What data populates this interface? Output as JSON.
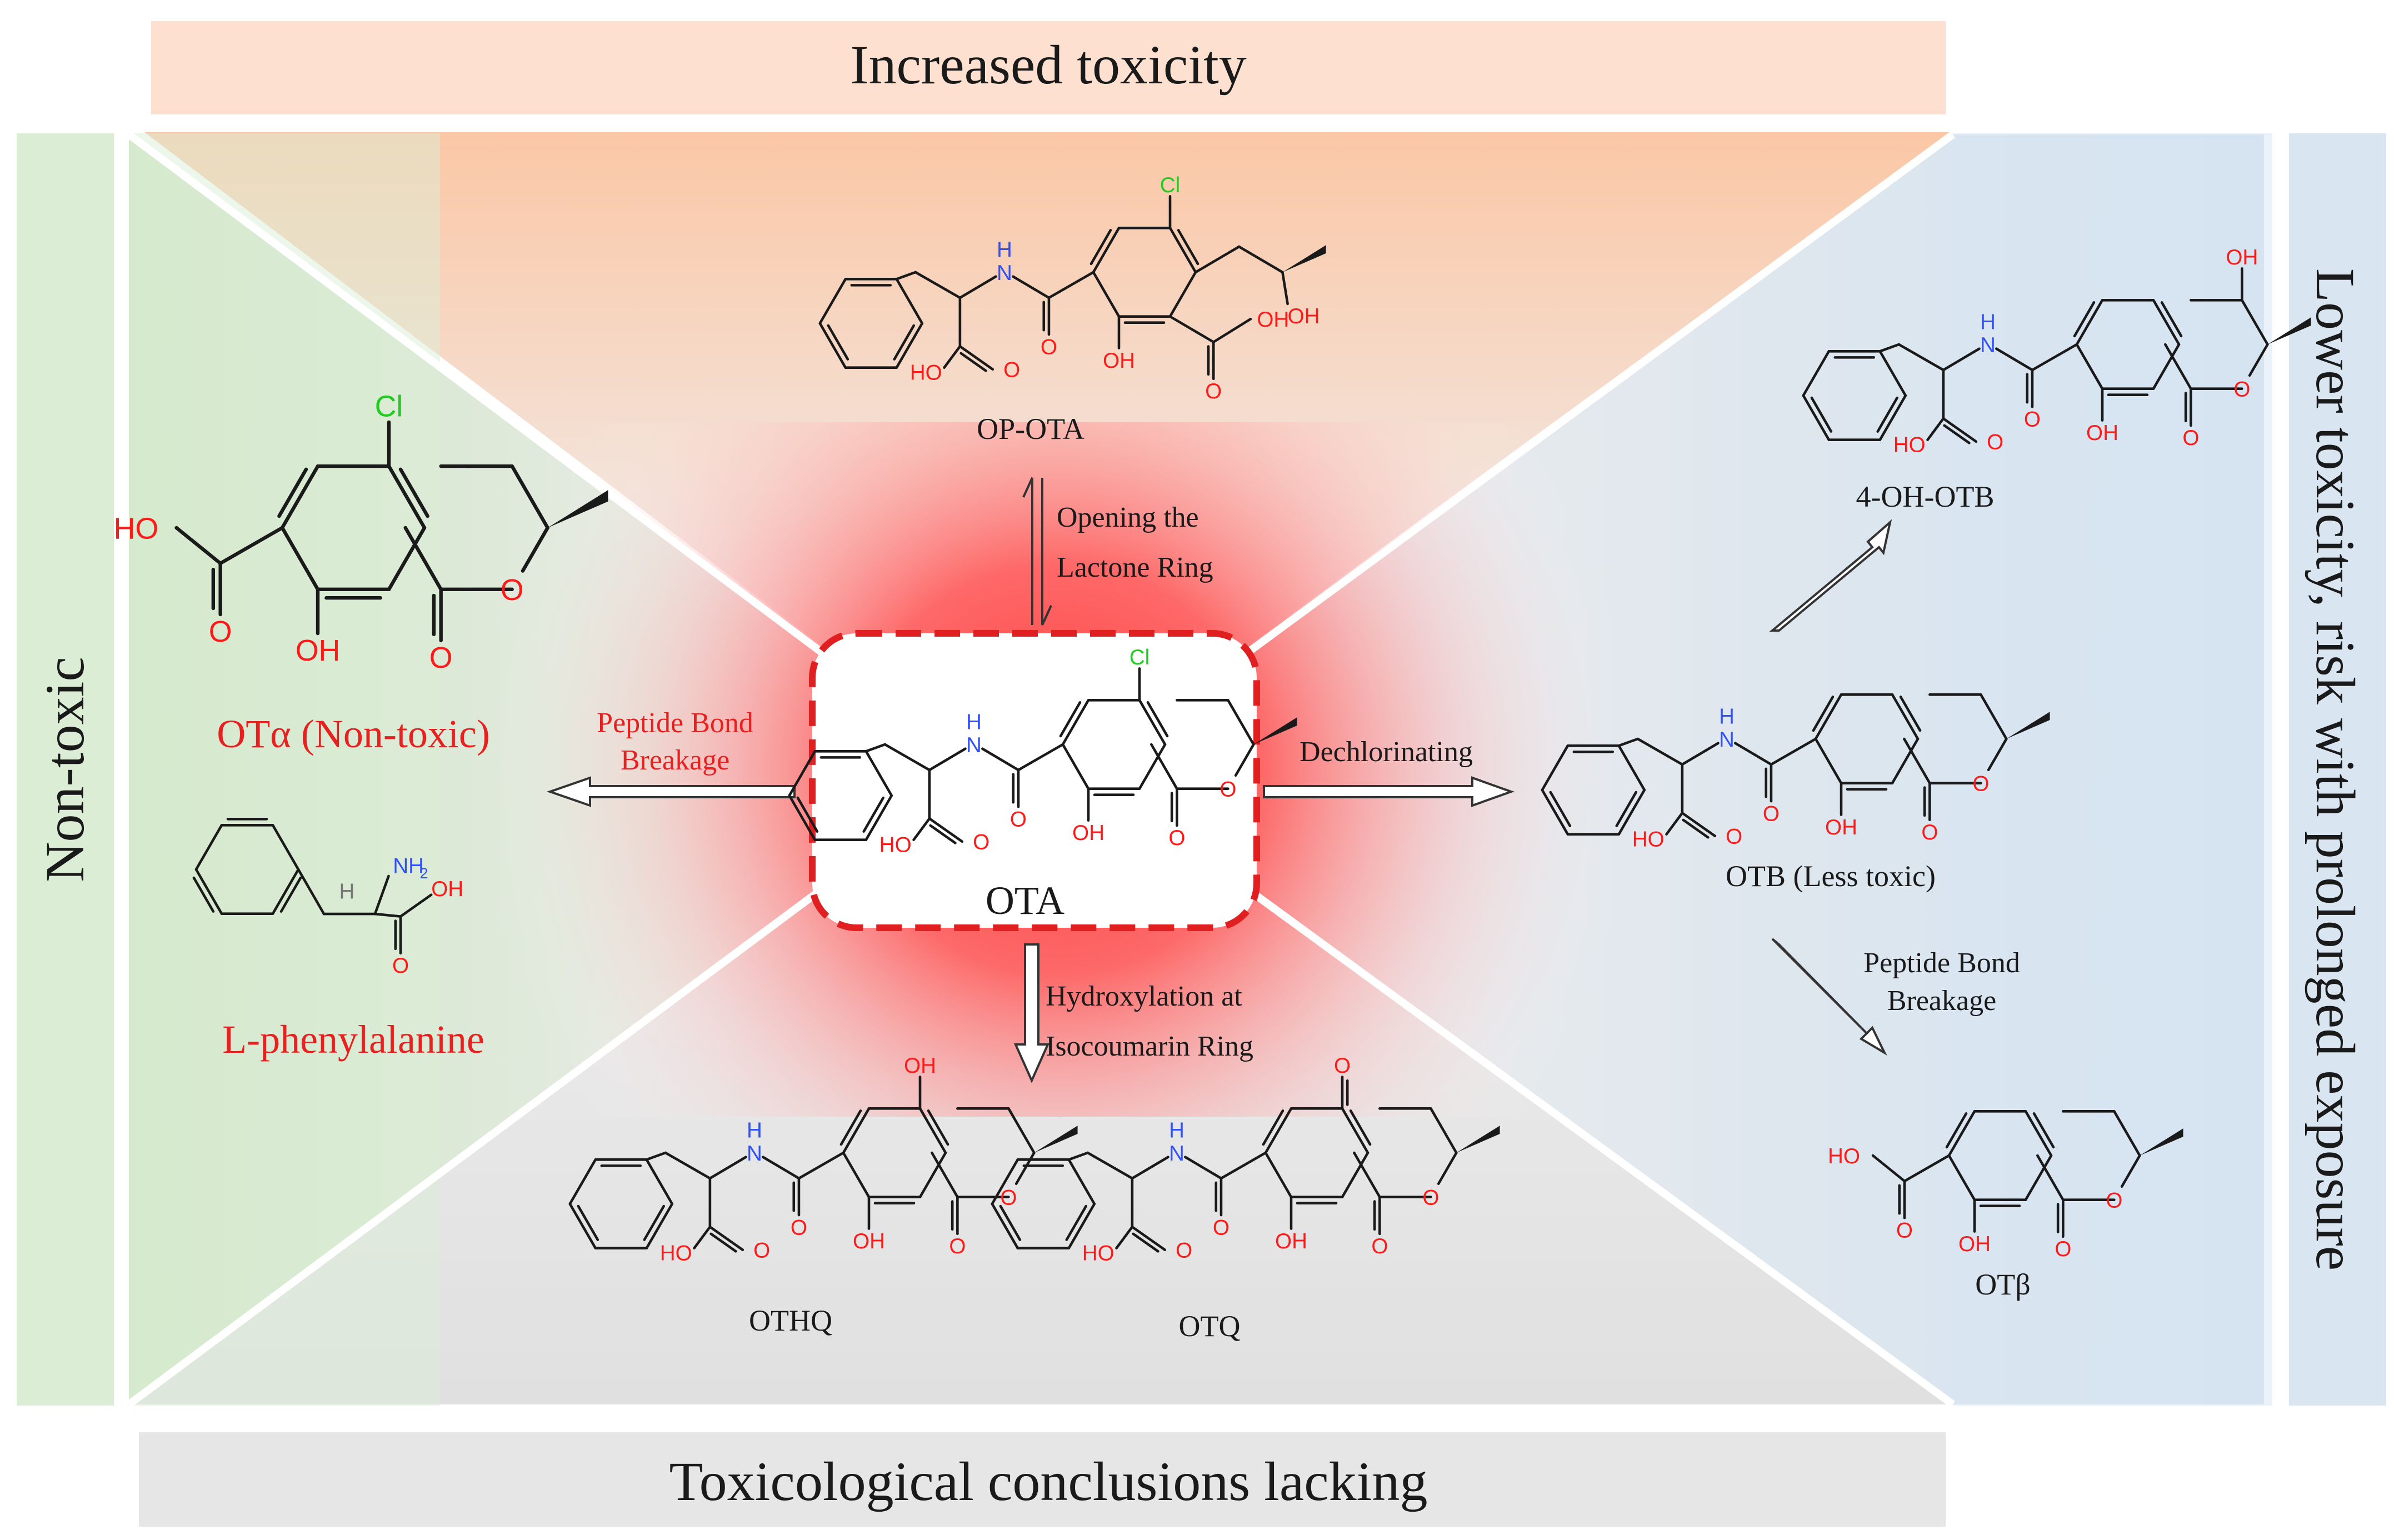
{
  "zones": {
    "top": "Increased toxicity",
    "bottom": "Toxicological conclusions lacking",
    "left": "Non-toxic",
    "right": "Lower toxicity, risk with prolonged exposure"
  },
  "compounds": {
    "ota": "OTA",
    "op_ota": "OP-OTA",
    "ota_alpha": "OTα (Non-toxic)",
    "l_phe": "L-phenylalanine",
    "otb": "OTB (Less toxic)",
    "oh_otb": "4-OH-OTB",
    "ot_beta": "OTβ",
    "othq": "OTHQ",
    "otq": "OTQ"
  },
  "reactions": {
    "lactone_1": "Opening the",
    "lactone_2": "Lactone Ring",
    "peptide_left_1": "Peptide Bond",
    "peptide_left_2": "Breakage",
    "dechlor": "Dechlorinating",
    "hydrox_1": "Hydroxylation at",
    "hydrox_2": "Isocoumarin Ring",
    "peptide_right_1": "Peptide Bond",
    "peptide_right_2": "Breakage"
  },
  "atoms": {
    "cl": "Cl",
    "oh": "OH",
    "ho": "HO",
    "o": "O",
    "n": "N",
    "h": "H",
    "nh2": "NH",
    "nh2_sub": "2"
  },
  "colors": {
    "top_zone": "#fde0cf",
    "left_zone": "#dcedd6",
    "right_zone": "#d9e6f2",
    "bottom_zone": "#e6e6e6",
    "core_red": "#ff3c3c",
    "frame_dash": "#e02020",
    "oxygen": "#ff1a1a",
    "nitrogen": "#3050f8",
    "chlorine": "#20cc20",
    "label_red": "#e82020"
  }
}
